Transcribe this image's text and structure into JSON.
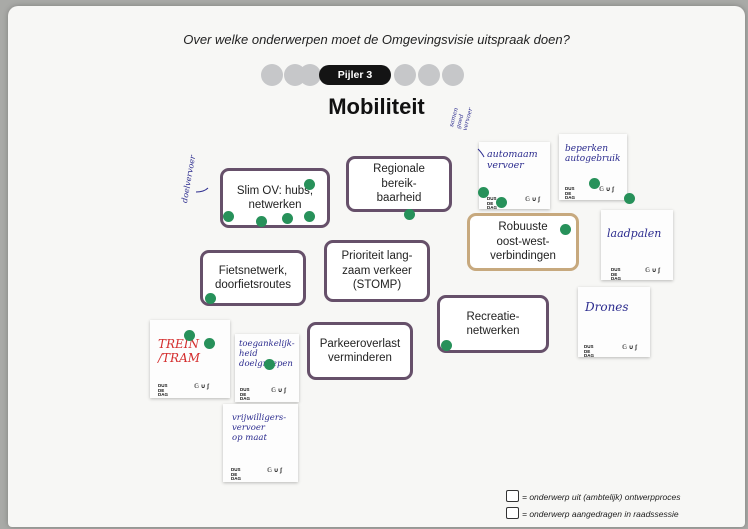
{
  "header": {
    "question": "Over welke onderwerpen moet de Omgevingsvisie uitspraak doen?",
    "pillar_label": "Pijler 3",
    "title": "Mobiliteit"
  },
  "topics": [
    {
      "id": "slim-ov",
      "label": "Slim OV: hubs,\nnetwerken",
      "border": "#66506a"
    },
    {
      "id": "regionale-bereikbaarheid",
      "label": "Regionale bereik-\nbaarheid",
      "border": "#66506a"
    },
    {
      "id": "robuuste-verbindingen",
      "label": "Robuuste\noost-west-\nverbindingen",
      "border": "#c7a97e"
    },
    {
      "id": "fietsnetwerk",
      "label": "Fietsnetwerk,\ndoorfietsroutes",
      "border": "#66506a"
    },
    {
      "id": "prioriteit-langzaam-verkeer",
      "label": "Prioriteit lang-\nzaam verkeer\n(STOMP)",
      "border": "#66506a"
    },
    {
      "id": "recreatienetwerken",
      "label": "Recreatie-\nnetwerken",
      "border": "#66506a"
    },
    {
      "id": "parkeeroverlast",
      "label": "Parkeeroverlast\nverminderen",
      "border": "#66506a"
    }
  ],
  "stickies": {
    "automaat": "automaam\nvervoer",
    "beperken": "beperken\nautogebruik",
    "laadpalen": "laadpalen",
    "drones": "Drones",
    "trein": "TREIN\n/TRAM",
    "toegankelijkheid": "toegankelijk-\nheid\ndoelgroepen",
    "vrijwilligers": "vrijwilligers-\nvervoer\nop maat"
  },
  "notes": {
    "side_note_left": "doelvervoer",
    "side_note_top": "samen\ngoed\nvervoer"
  },
  "logo": {
    "text": "DUS\nDE\nDAG",
    "symbol": "𝔾 ∪ ∫"
  },
  "legend": [
    {
      "label": "= onderwerp uit (ambtelijk) ontwerpproces"
    },
    {
      "label": "= onderwerp aangedragen in raadssessie"
    }
  ],
  "colors": {
    "dot_green": "#27915a",
    "topic_border": "#66506a",
    "topic_border_alt": "#c7a97e",
    "handwriting_blue": "#2b2b8e",
    "handwriting_red": "#d42d2d",
    "pillar_active": "#141414",
    "pillar_inactive": "#c6c7c9"
  }
}
